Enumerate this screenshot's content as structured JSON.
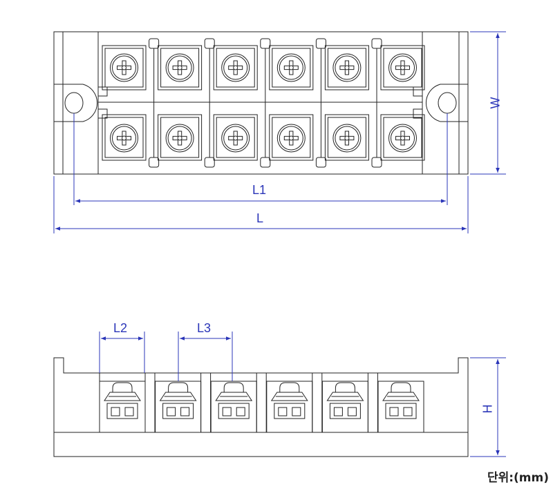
{
  "labels": {
    "w": "W",
    "l1": "L1",
    "l": "L",
    "l2": "L2",
    "l3": "L3",
    "h": "H"
  },
  "units": "단위:(mm)",
  "terminal_count": 6,
  "colors": {
    "outline": "#222222",
    "dimension": "#2a35b8"
  }
}
